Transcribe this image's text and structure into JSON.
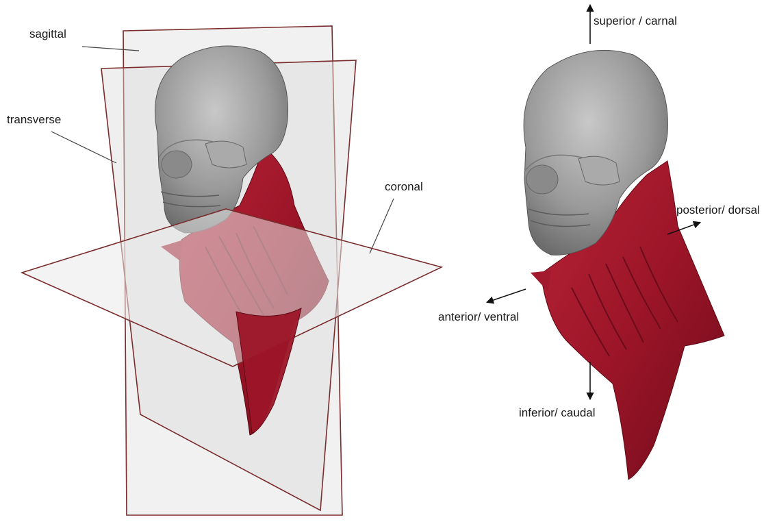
{
  "left_panel": {
    "labels": {
      "sagittal": "sagittal",
      "transverse": "transverse",
      "coronal": "coronal"
    }
  },
  "right_panel": {
    "labels": {
      "superior": "superior / carnal",
      "posterior": "posterior/ dorsal",
      "anterior": "anterior/ ventral",
      "inferior": "inferior/ caudal"
    }
  },
  "colors": {
    "plane_edge": "#7a2b2b",
    "plane_fill": "#d9d9d9",
    "skull": "#9b9b9b",
    "skull_shadow": "#6e6e6e",
    "muscle": "#a3192d",
    "muscle_dark": "#7c0f1f",
    "arrow": "#111111"
  }
}
